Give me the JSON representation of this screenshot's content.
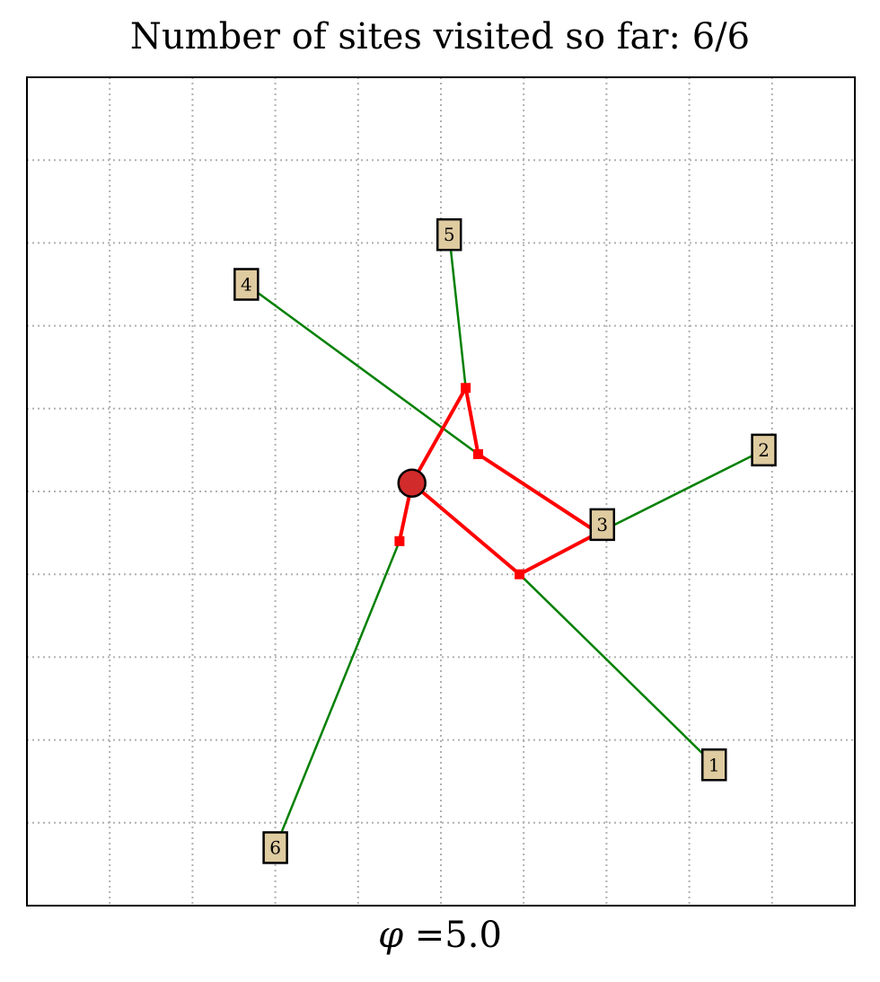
{
  "title": "Number of sites visited so far: 6/6",
  "xlabel": {
    "symbol": "φ",
    "text": " =5.0"
  },
  "colors": {
    "path": "#ff0000",
    "spoke": "#008000",
    "site_fill": "#dfcba0",
    "start_marker": "#d22b2b",
    "grid": "#b0b0b0"
  },
  "chart_data": {
    "type": "scatter",
    "xlim": [
      0,
      10
    ],
    "ylim": [
      0,
      10
    ],
    "grid": true,
    "start": [
      4.65,
      5.1
    ],
    "sites": [
      {
        "label": "1",
        "x": 8.3,
        "y": 1.7
      },
      {
        "label": "2",
        "x": 8.9,
        "y": 5.5
      },
      {
        "label": "3",
        "x": 6.95,
        "y": 4.6
      },
      {
        "label": "4",
        "x": 2.65,
        "y": 7.5
      },
      {
        "label": "5",
        "x": 5.1,
        "y": 8.1
      },
      {
        "label": "6",
        "x": 3.0,
        "y": 0.7
      }
    ],
    "path": [
      {
        "x": 4.65,
        "y": 5.1
      },
      {
        "x": 5.95,
        "y": 4.0
      },
      {
        "x": 6.9,
        "y": 4.5
      },
      {
        "x": 5.45,
        "y": 5.45
      },
      {
        "x": 5.3,
        "y": 6.25
      },
      {
        "x": 4.65,
        "y": 5.1
      },
      {
        "x": 4.5,
        "y": 4.4
      }
    ],
    "spokes": [
      {
        "site": "1",
        "x": 5.95,
        "y": 4.0
      },
      {
        "site": "2",
        "x": 6.9,
        "y": 4.5
      },
      {
        "site": "4",
        "x": 5.45,
        "y": 5.45
      },
      {
        "site": "5",
        "x": 5.3,
        "y": 6.25
      },
      {
        "site": "6",
        "x": 4.5,
        "y": 4.4
      }
    ]
  }
}
